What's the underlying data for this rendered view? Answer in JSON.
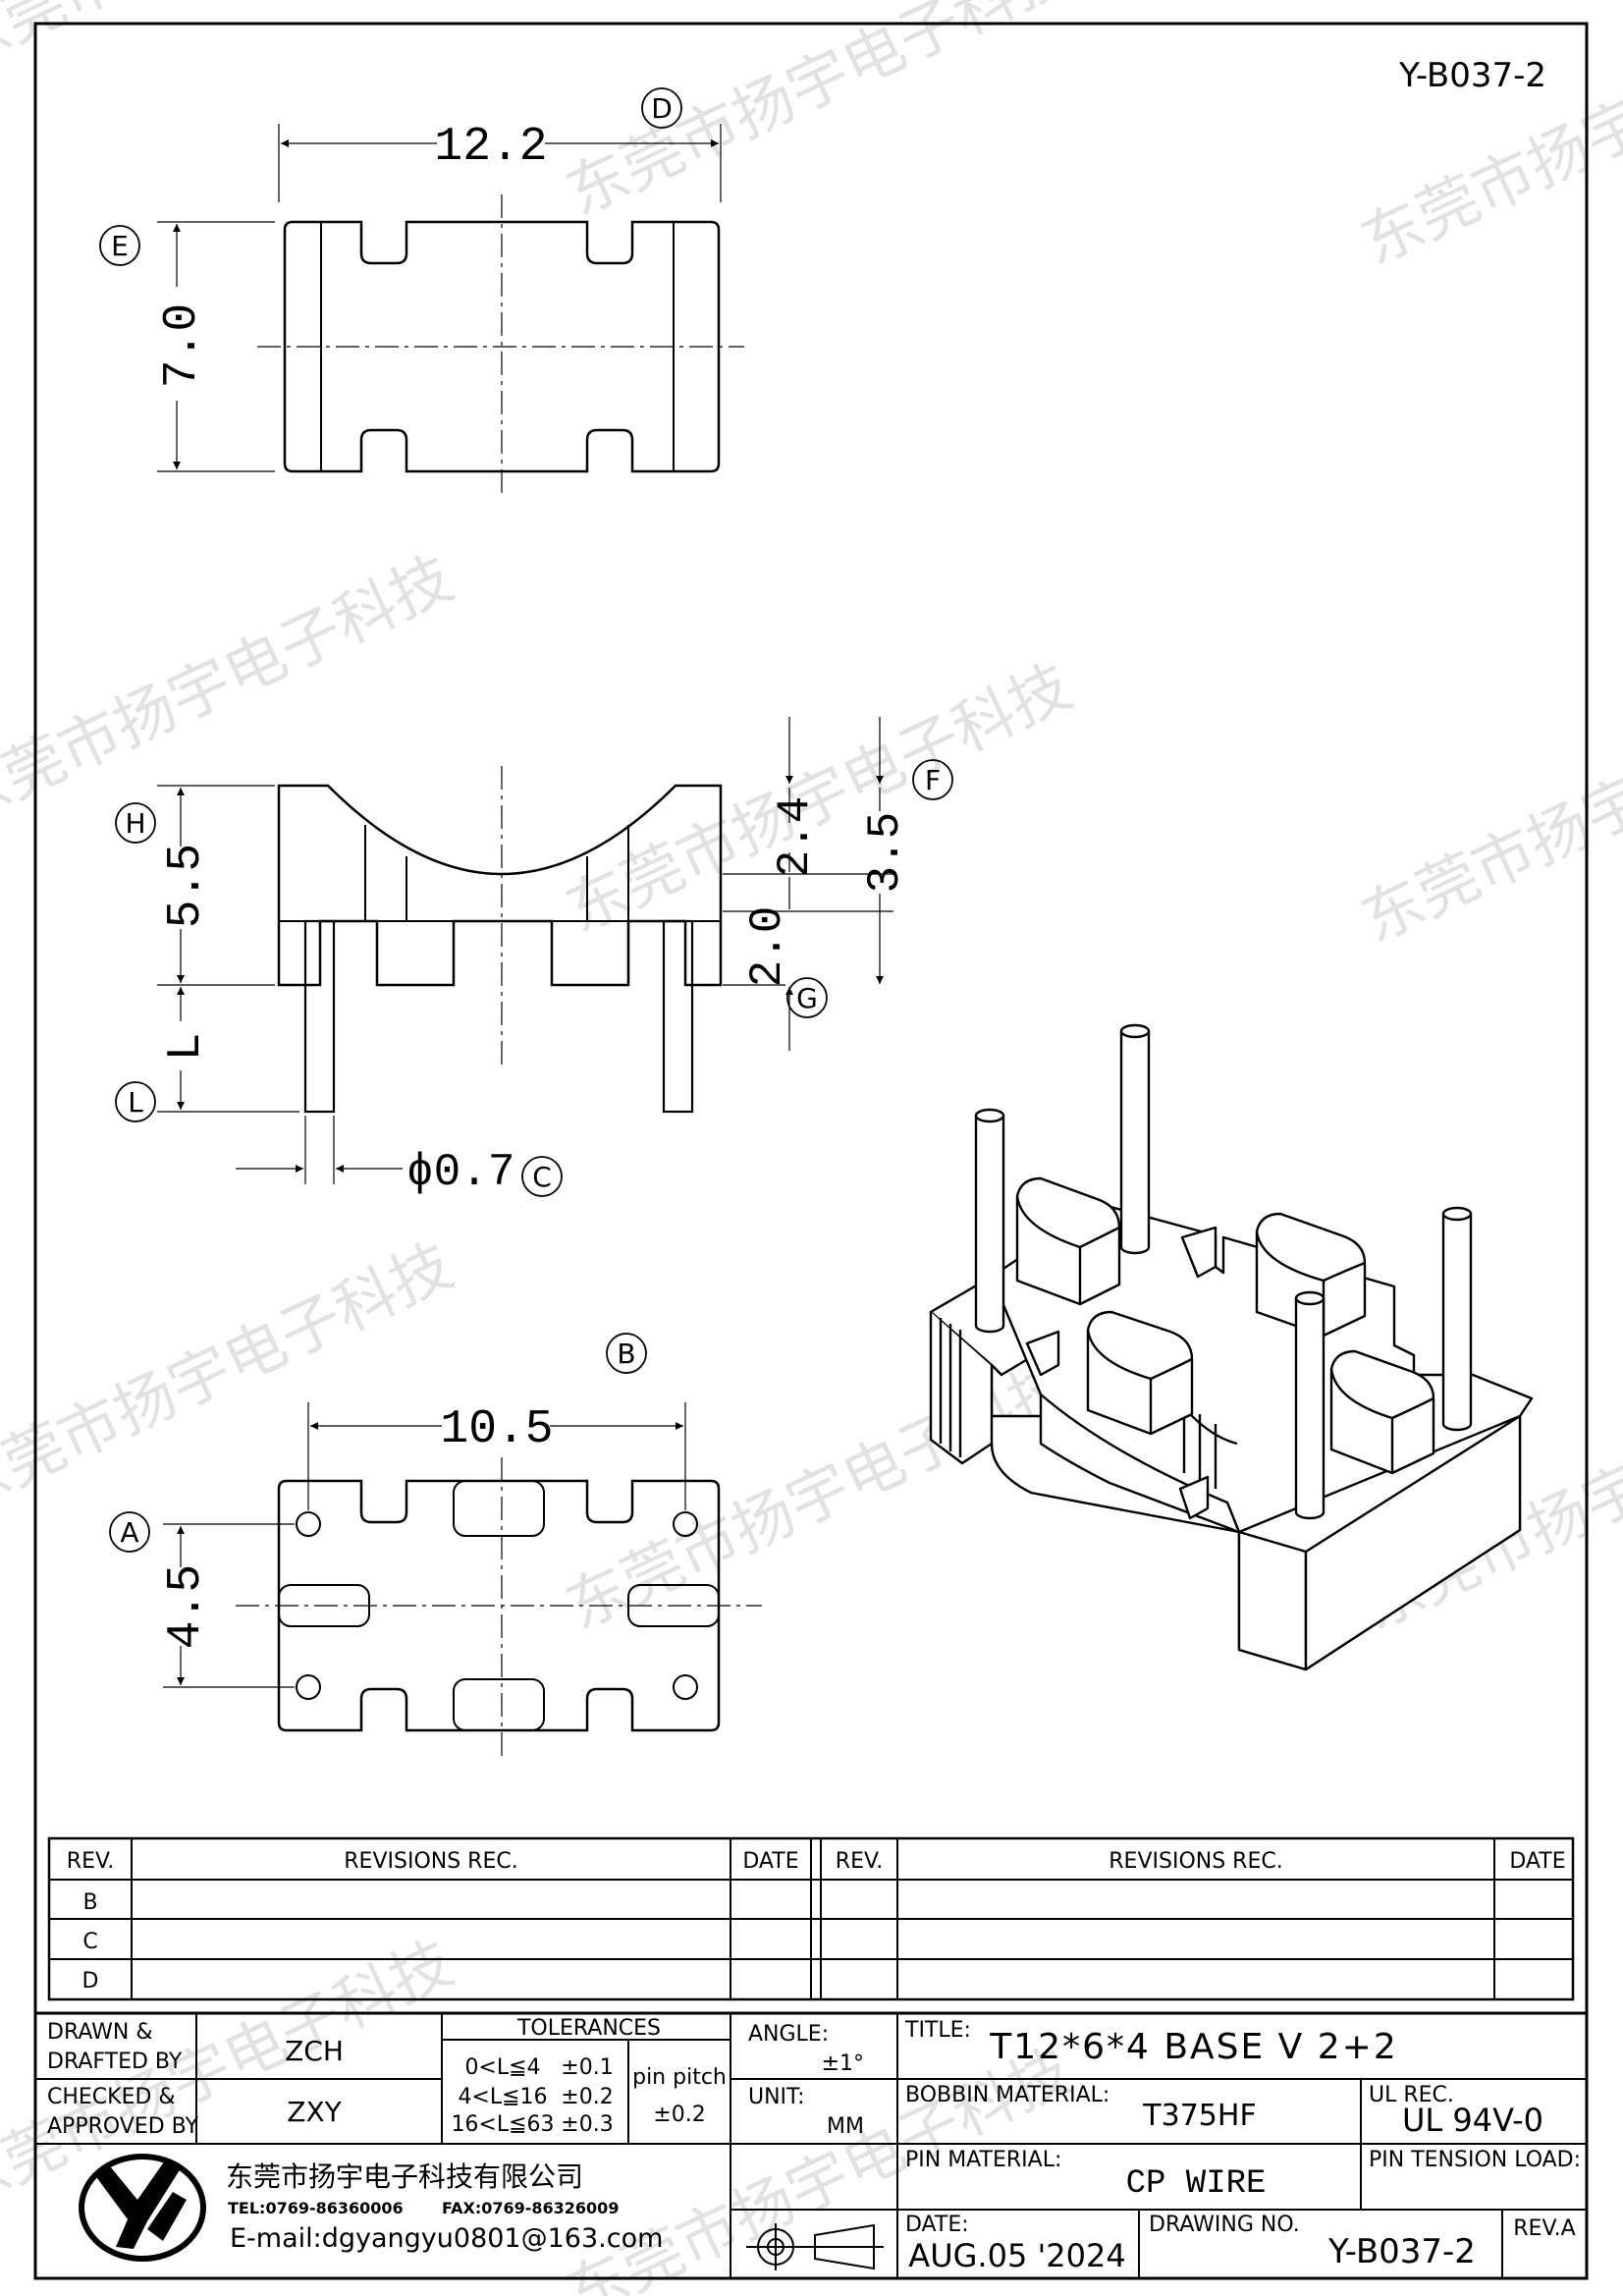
{
  "watermark": "东莞市扬宇电子科技",
  "drawing_code_top": "Y-B037-2",
  "views": {
    "top": {
      "width_dim": "12.2",
      "height_dim": "7.0",
      "label_width": "D",
      "label_height": "E"
    },
    "side": {
      "height_dim": "5.5",
      "pin_dim": "L",
      "slot_depth_dim": "2.4",
      "total_slot_dim": "3.5",
      "base_slot_dim": "2.0",
      "pin_diameter": "ϕ0.7",
      "label_height": "H",
      "label_pin": "L",
      "label_slot": "F",
      "label_base": "G",
      "label_diameter": "C"
    },
    "bottom": {
      "pitch_x": "10.5",
      "pitch_y": "4.5",
      "label_pitch_x": "B",
      "label_pitch_y": "A"
    }
  },
  "revisions": {
    "headers": {
      "rev": "REV.",
      "rec": "REVISIONS   REC.",
      "date": "DATE"
    },
    "rows": [
      "B",
      "C",
      "D"
    ]
  },
  "title_block": {
    "drawn_label": "DRAWN &",
    "drafted_label": "DRAFTED BY",
    "drawn_value": "ZCH",
    "checked_label": "CHECKED &",
    "approved_label": "APPROVED BY",
    "checked_value": "ZXY",
    "tolerances_label": "TOLERANCES",
    "tol_rows": [
      {
        "range": "0<L≦4",
        "value": "±0.1"
      },
      {
        "range": "4<L≦16",
        "value": "±0.2"
      },
      {
        "range": "16<L≦63",
        "value": "±0.3"
      }
    ],
    "pin_pitch_label": "pin pitch",
    "pin_pitch_value": "±0.2",
    "angle_label": "ANGLE:",
    "angle_value": "±1°",
    "unit_label": "UNIT:",
    "unit_value": "MM",
    "title_label": "TITLE:",
    "title_value": "T12*6*4 BASE V 2+2",
    "bobbin_label": "BOBBIN MATERIAL:",
    "bobbin_value": "T375HF",
    "ul_label": "UL REC.",
    "ul_value": "UL 94V-0",
    "pin_material_label": "PIN MATERIAL:",
    "pin_material_value": "CP WIRE",
    "pin_tension_label": "PIN TENSION LOAD:",
    "company_name": "东莞市扬宇电子科技有限公司",
    "tel": "TEL:0769-86360006",
    "fax": "FAX:0769-86326009",
    "email": "E-mail:dgyangyu0801@163.com",
    "date_label": "DATE:",
    "date_value": "AUG.05 '2024",
    "drawing_no_label": "DRAWING NO.",
    "drawing_no_value": "Y-B037-2",
    "rev_label": "REV.A"
  }
}
